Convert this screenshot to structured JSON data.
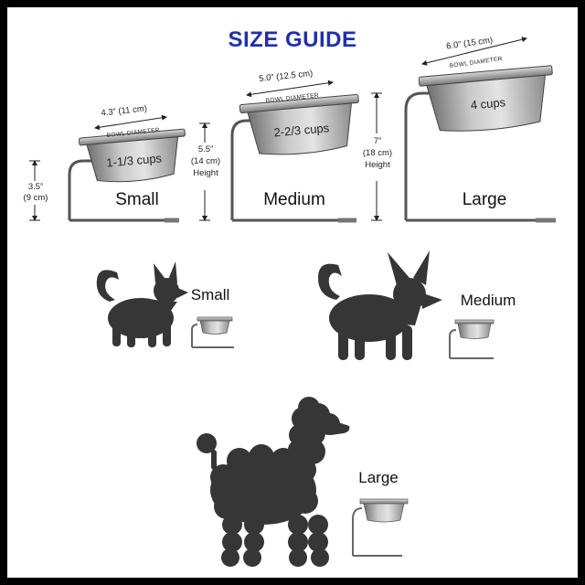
{
  "title": "SIZE GUIDE",
  "colors": {
    "title": "#1f2fb4",
    "silhouette": "#363636",
    "stand": "#5a5a5a"
  },
  "bowl_diameter_label": "BOWL DIAMETER",
  "height_label": "Height",
  "stands": [
    {
      "name": "Small",
      "diameter": "4.3” (11 cm)",
      "capacity": "1-1/3 cups",
      "height_in": "3.5”",
      "height_cm": "(9 cm)",
      "show_height_word": false
    },
    {
      "name": "Medium",
      "diameter": "5.0” (12.5 cm)",
      "capacity": "2-2/3 cups",
      "height_in": "5.5”",
      "height_cm": "(14 cm)",
      "show_height_word": true
    },
    {
      "name": "Large",
      "diameter": "6.0” (15 cm)",
      "capacity": "4 cups",
      "height_in": "7”",
      "height_cm": "(18 cm)",
      "show_height_word": true
    }
  ],
  "dogs": [
    {
      "label": "Small",
      "icon": "small-dog-icon"
    },
    {
      "label": "Medium",
      "icon": "corgi-dog-icon"
    },
    {
      "label": "Large",
      "icon": "poodle-dog-icon"
    }
  ]
}
